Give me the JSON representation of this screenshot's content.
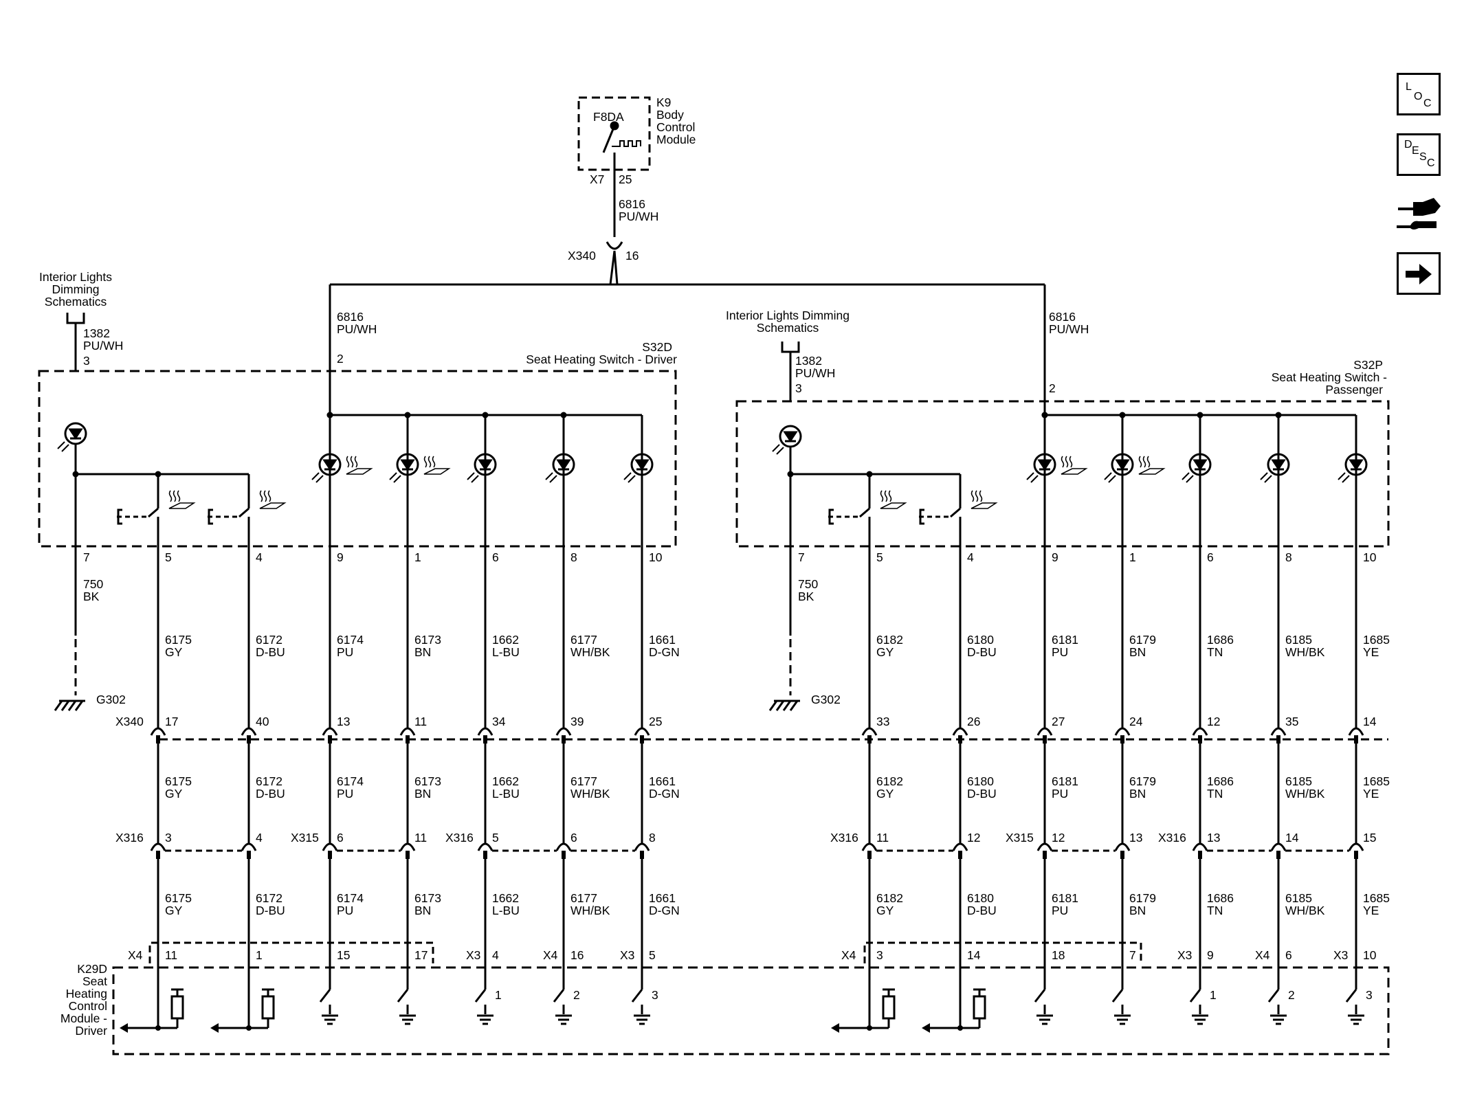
{
  "nav": {
    "loc": {
      "l1": "L",
      "l2": "O",
      "l3": "C"
    },
    "desc": {
      "l1": "D",
      "l2": "E",
      "l3": "S",
      "l4": "C"
    }
  },
  "bcm": {
    "ref": "K9",
    "name_lines": [
      "Body",
      "Control",
      "Module"
    ],
    "fuse": "F8DA",
    "connector": "X7",
    "pin": "25",
    "wire": "6816",
    "color": "PU/WH"
  },
  "x340_top": {
    "connector": "X340",
    "pin": "16"
  },
  "driver": {
    "ref": "S32D",
    "name": "Seat Heating Switch - Driver",
    "schem_lines": [
      "Interior Lights",
      "Dimming",
      "Schematics"
    ],
    "supply": {
      "pin": "2",
      "wire": "6816",
      "color": "PU/WH"
    },
    "dim": {
      "pin": "3",
      "wire": "1382",
      "color": "PU/WH"
    },
    "ground": {
      "pin": "7",
      "wire": "750",
      "color": "BK",
      "ref": "G302"
    },
    "x340": "X340",
    "x316": "X316",
    "x315": "X315",
    "x316b": "X316",
    "x4": "X4",
    "x3a": "X3",
    "x4b": "X4",
    "x3b": "X3",
    "module_lines": [
      "K29D",
      "Seat",
      "Heating",
      "Control",
      "Module -",
      "Driver"
    ],
    "cols": [
      {
        "pin": "5",
        "wire": "6175",
        "color": "GY",
        "x340": "17",
        "x31x": "3",
        "mod": "11",
        "tap": ""
      },
      {
        "pin": "4",
        "wire": "6172",
        "color": "D-BU",
        "x340": "40",
        "x31x": "4",
        "mod": "1",
        "tap": ""
      },
      {
        "pin": "9",
        "wire": "6174",
        "color": "PU",
        "x340": "13",
        "x31x": "6",
        "mod": "15",
        "tap": ""
      },
      {
        "pin": "1",
        "wire": "6173",
        "color": "BN",
        "x340": "11",
        "x31x": "11",
        "mod": "17",
        "tap": ""
      },
      {
        "pin": "6",
        "wire": "1662",
        "color": "L-BU",
        "x340": "34",
        "x31x": "5",
        "mod": "4",
        "tap": "1"
      },
      {
        "pin": "8",
        "wire": "6177",
        "color": "WH/BK",
        "x340": "39",
        "x31x": "6",
        "mod": "16",
        "tap": "2"
      },
      {
        "pin": "10",
        "wire": "1661",
        "color": "D-GN",
        "x340": "25",
        "x31x": "8",
        "mod": "5",
        "tap": "3"
      }
    ]
  },
  "passenger": {
    "ref": "S32P",
    "name_lines": [
      "Seat Heating Switch -",
      "Passenger"
    ],
    "schem_lines": [
      "Interior Lights Dimming",
      "Schematics"
    ],
    "supply": {
      "pin": "2",
      "wire": "6816",
      "color": "PU/WH"
    },
    "dim": {
      "pin": "3",
      "wire": "1382",
      "color": "PU/WH"
    },
    "ground": {
      "pin": "7",
      "wire": "750",
      "color": "BK",
      "ref": "G302"
    },
    "x316": "X316",
    "x315": "X315",
    "x316b": "X316",
    "x4": "X4",
    "x3a": "X3",
    "x4b": "X4",
    "x3b": "X3",
    "cols": [
      {
        "pin": "5",
        "wire": "6182",
        "color": "GY",
        "x340": "33",
        "x31x": "11",
        "mod": "3",
        "tap": ""
      },
      {
        "pin": "4",
        "wire": "6180",
        "color": "D-BU",
        "x340": "26",
        "x31x": "12",
        "mod": "14",
        "tap": ""
      },
      {
        "pin": "9",
        "wire": "6181",
        "color": "PU",
        "x340": "27",
        "x31x": "12",
        "mod": "18",
        "tap": ""
      },
      {
        "pin": "1",
        "wire": "6179",
        "color": "BN",
        "x340": "24",
        "x31x": "13",
        "mod": "7",
        "tap": ""
      },
      {
        "pin": "6",
        "wire": "1686",
        "color": "TN",
        "x340": "12",
        "x31x": "13",
        "mod": "9",
        "tap": "1"
      },
      {
        "pin": "8",
        "wire": "6185",
        "color": "WH/BK",
        "x340": "35",
        "x31x": "14",
        "mod": "6",
        "tap": "2"
      },
      {
        "pin": "10",
        "wire": "1685",
        "color": "YE",
        "x340": "14",
        "x31x": "15",
        "mod": "10",
        "tap": "3"
      }
    ]
  }
}
